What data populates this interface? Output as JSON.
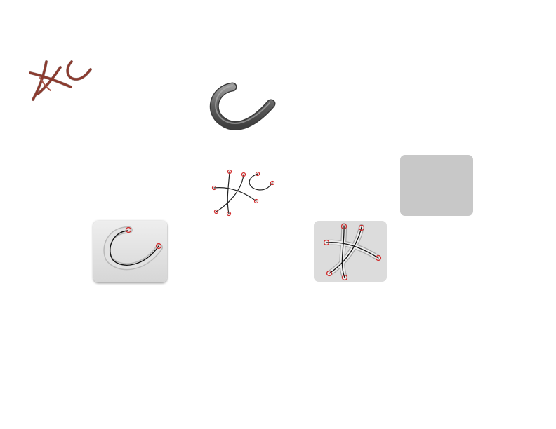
{
  "canvas": {
    "background": "#ffffff"
  },
  "colors": {
    "brush_stroke": "#8b3a2e",
    "brush_shadow": "#4a1f17",
    "tube_dark": "#4f4f4f",
    "tube_light": "#9a9a9a",
    "wire": "#222222",
    "control_point": "#d22b2b",
    "thumb_panel": "#dcdcdc",
    "blank_panel": "#c8c8c8"
  },
  "figures": [
    {
      "name": "brush-sketch",
      "description_icon": "brush-strokes-icon"
    },
    {
      "name": "gray-tube-curve",
      "description_icon": "tube-curve-icon"
    },
    {
      "name": "wire-skeleton",
      "description_icon": "skeleton-graph-icon"
    },
    {
      "name": "curve-thumbnail",
      "description_icon": "curve-thumbnail-icon"
    },
    {
      "name": "skeleton-thumbnail",
      "description_icon": "skeleton-thumbnail-icon"
    },
    {
      "name": "blank-thumbnail",
      "description_icon": "blank-panel-icon"
    }
  ]
}
